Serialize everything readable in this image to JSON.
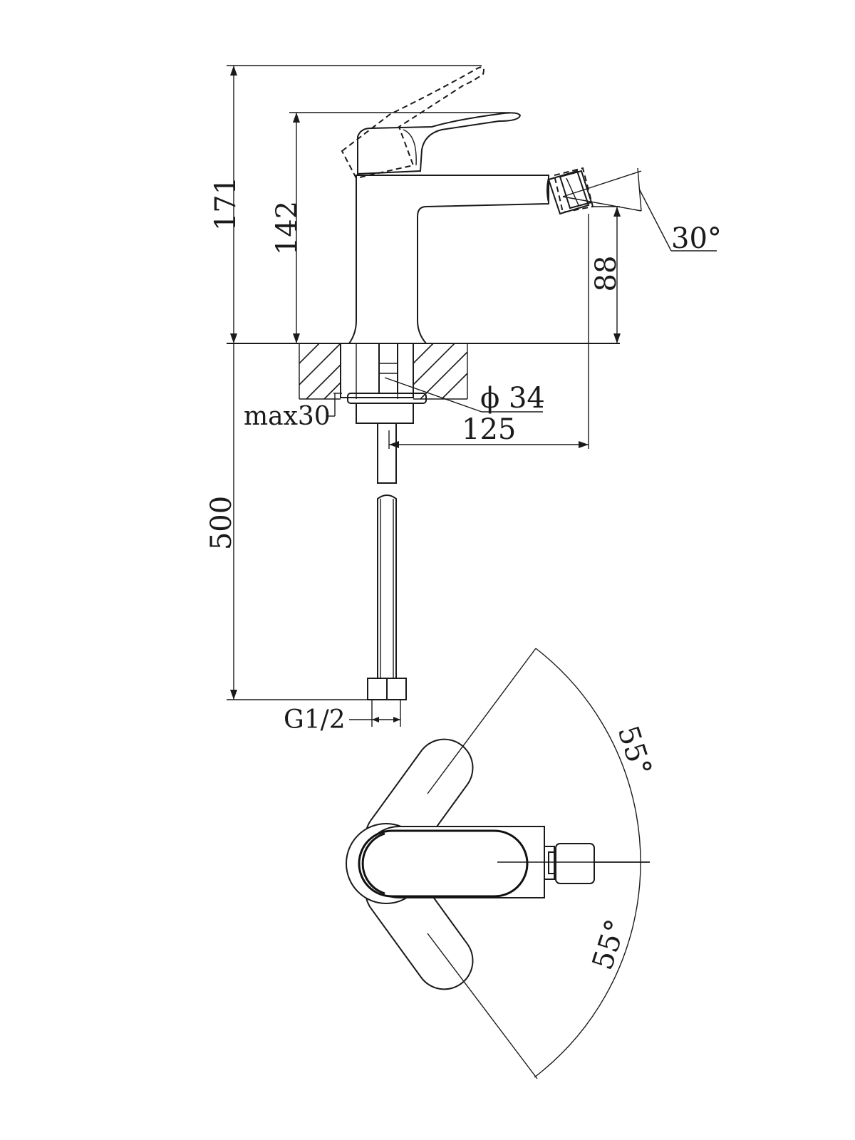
{
  "dimensions": {
    "total_height": "171",
    "handle_height": "142",
    "spout_height": "88",
    "spray_angle": "30°",
    "hole_diameter": "ϕ 34",
    "max_thickness": "max30",
    "reach": "125",
    "hose_length": "500",
    "thread": "G1/2",
    "rotation_upper": "55°",
    "rotation_lower": "55°"
  }
}
